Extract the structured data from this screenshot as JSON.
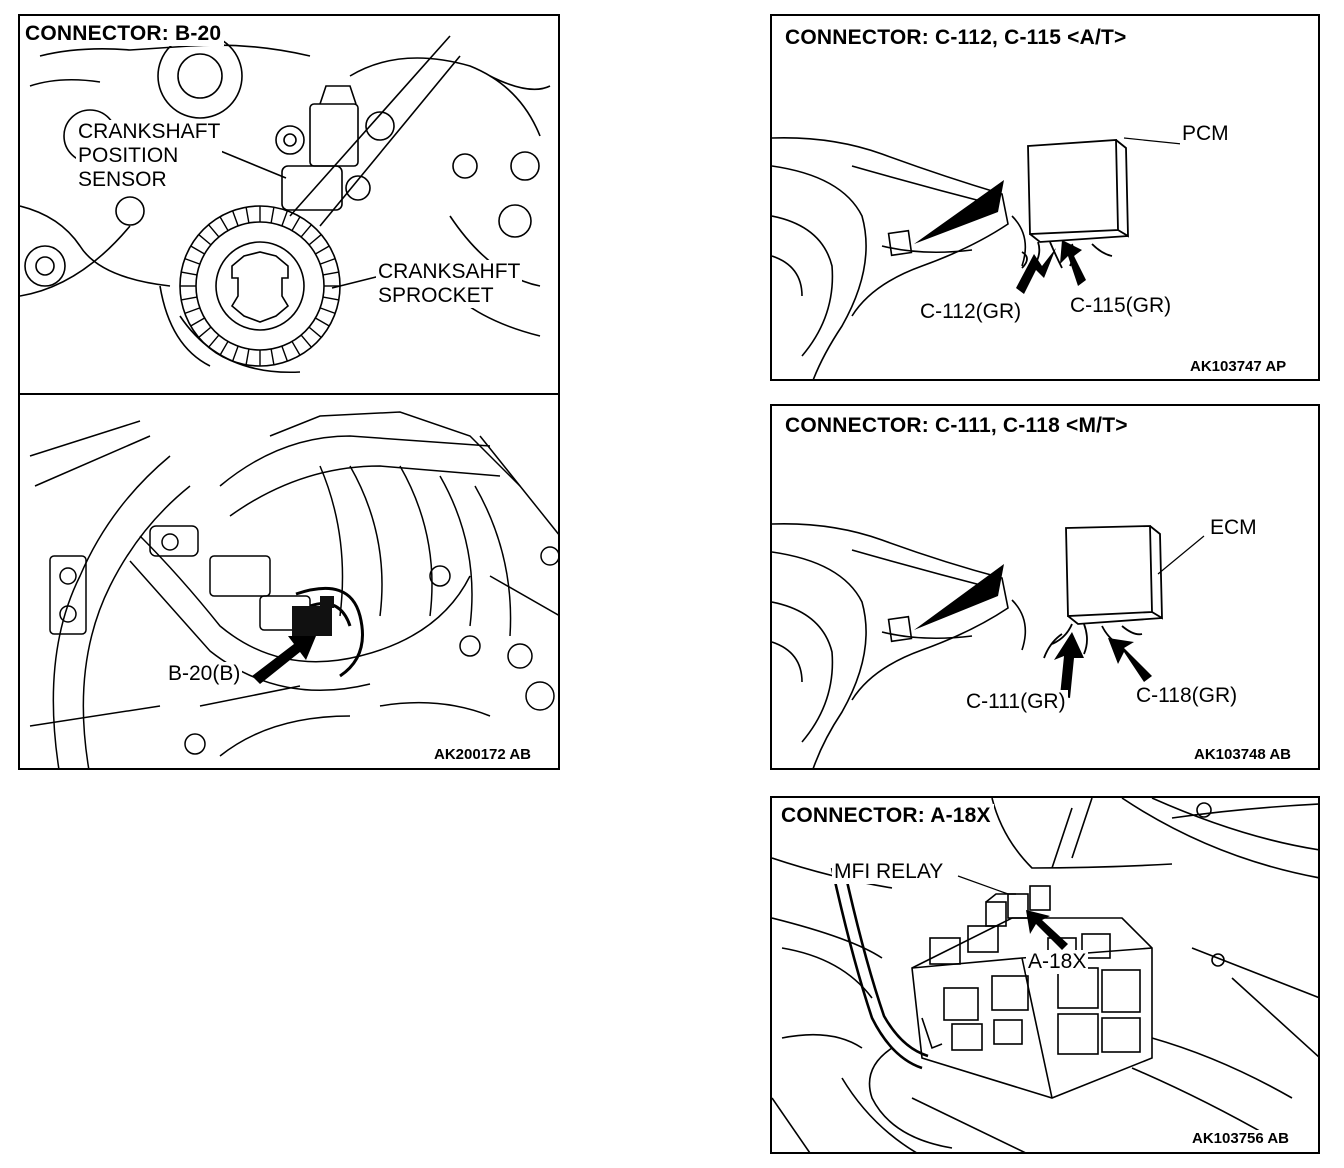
{
  "panels": {
    "b20": {
      "title": "CONNECTOR: B-20",
      "code": "AK200172 AB",
      "labels": {
        "sensor_line1": "CRANKSHAFT",
        "sensor_line2": "POSITION",
        "sensor_line3": "SENSOR",
        "sprocket_line1": "CRANKSAHFT",
        "sprocket_line2": "SPROCKET",
        "connector": "B-20(B)"
      }
    },
    "at": {
      "title": "CONNECTOR: C-112, C-115 <A/T>",
      "code": "AK103747 AP",
      "labels": {
        "module": "PCM",
        "conn_left": "C-112(GR)",
        "conn_right": "C-115(GR)"
      }
    },
    "mt": {
      "title": "CONNECTOR: C-111, C-118 <M/T>",
      "code": "AK103748 AB",
      "labels": {
        "module": "ECM",
        "conn_left": "C-111(GR)",
        "conn_right": "C-118(GR)"
      }
    },
    "a18x": {
      "title": "CONNECTOR: A-18X",
      "code": "AK103756 AB",
      "labels": {
        "relay": "MFI RELAY",
        "connector": "A-18X"
      }
    }
  }
}
